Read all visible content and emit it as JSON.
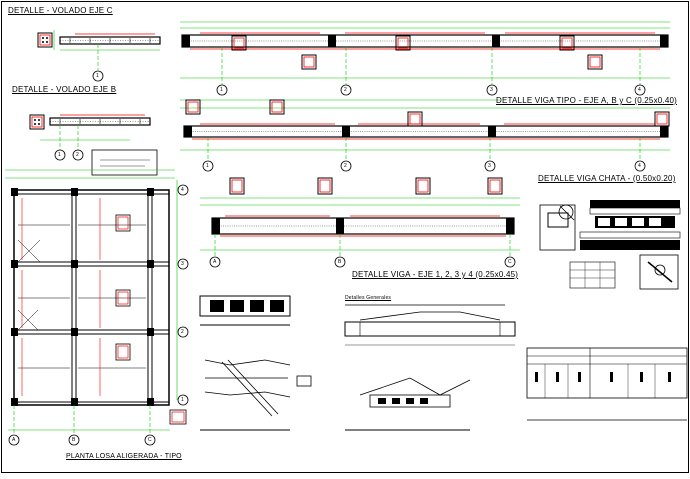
{
  "sheet": {
    "titles": {
      "volado_c": "DETALLE - VOLADO EJE C",
      "volado_b": "DETALLE - VOLADO EJE B",
      "viga_tipo": "DETALLE VIGA TIPO - EJE A, B y C (0.25x0.40)",
      "viga_chata": "DETALLE VIGA CHATA -   (0.50x0.20)",
      "viga_ejes": "DETALLE VIGA - EJE 1, 2, 3 y 4 (0.25x0.45)",
      "planta": "PLANTA LOSA ALIGERADA - TIPO",
      "detalles_generales": "Detalles Generales"
    },
    "axes": {
      "volado_c_axis": "1",
      "volado_b_axes": [
        "1",
        "2"
      ],
      "top_beam_axes": [
        "1",
        "2",
        "3",
        "4"
      ],
      "viga_tipo_axes": [
        "1",
        "2",
        "3",
        "4"
      ],
      "viga_ejes_axes": [
        "A",
        "B",
        "C"
      ],
      "plan_column_axes": [
        "A",
        "B",
        "C"
      ],
      "plan_row_axes": [
        "4",
        "3",
        "2",
        "1"
      ]
    }
  }
}
